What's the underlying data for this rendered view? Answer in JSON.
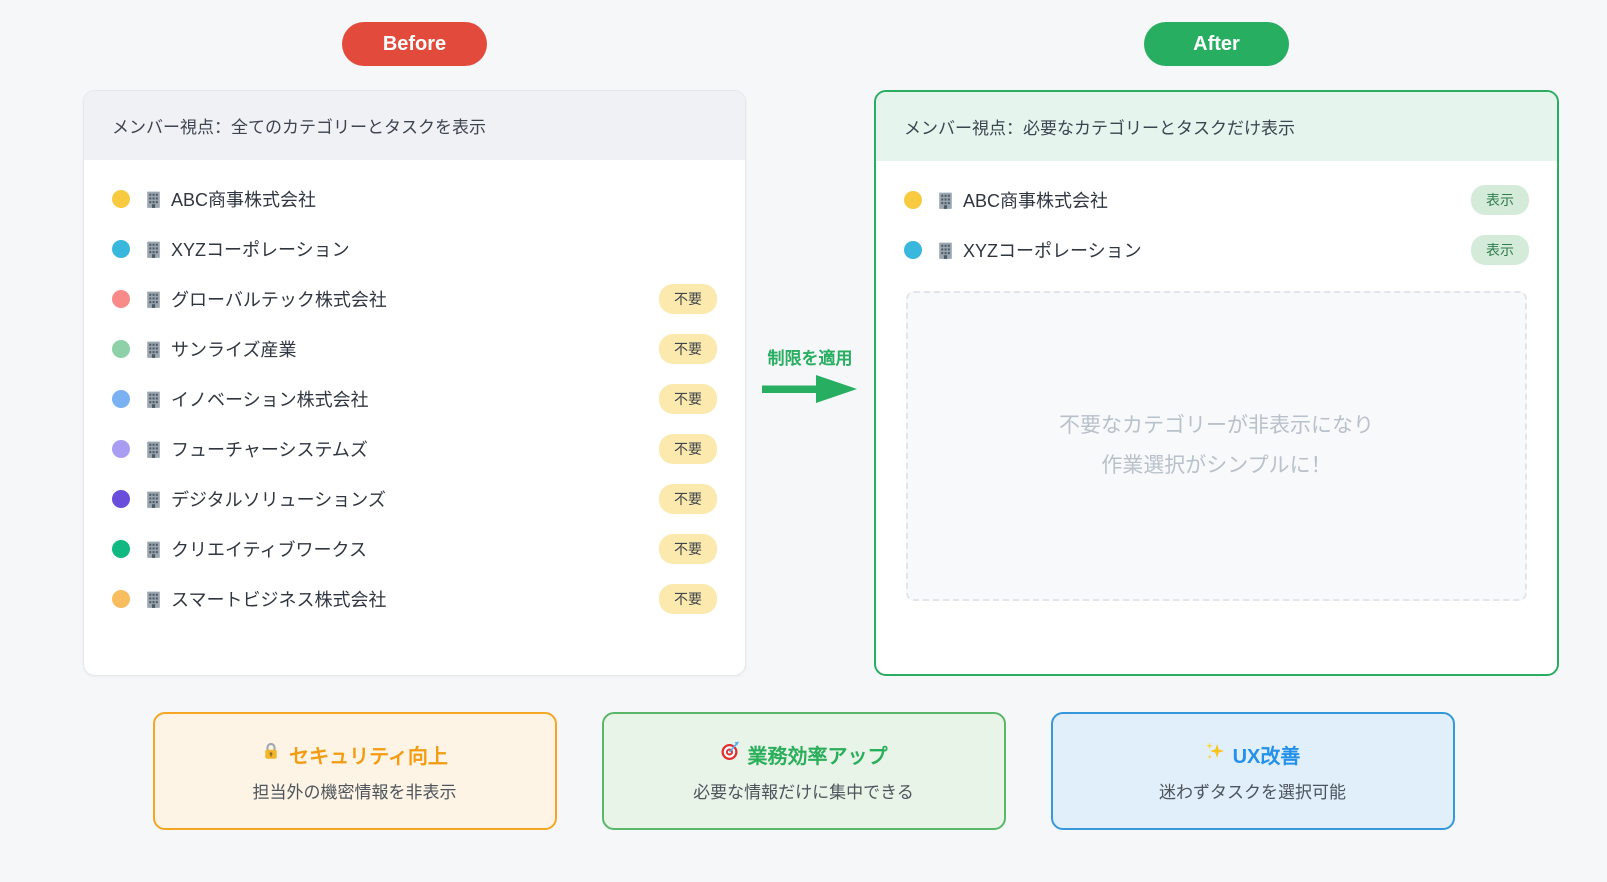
{
  "before": {
    "badge": "Before",
    "header": "メンバー視点：全てのカテゴリーとタスクを表示",
    "items": [
      {
        "dot": "#f7ca40",
        "name": "ABC商事株式会社",
        "badge": null
      },
      {
        "dot": "#3ab7dc",
        "name": "XYZコーポレーション",
        "badge": null
      },
      {
        "dot": "#f98a8a",
        "name": "グローバルテック株式会社",
        "badge": "不要"
      },
      {
        "dot": "#8ed1a9",
        "name": "サンライズ産業",
        "badge": "不要"
      },
      {
        "dot": "#79b1f3",
        "name": "イノベーション株式会社",
        "badge": "不要"
      },
      {
        "dot": "#a89df3",
        "name": "フューチャーシステムズ",
        "badge": "不要"
      },
      {
        "dot": "#6a4edb",
        "name": "デジタルソリューションズ",
        "badge": "不要"
      },
      {
        "dot": "#10b981",
        "name": "クリエイティブワークス",
        "badge": "不要"
      },
      {
        "dot": "#f8bd5f",
        "name": "スマートビジネス株式会社",
        "badge": "不要"
      }
    ]
  },
  "after": {
    "badge": "After",
    "header": "メンバー視点：必要なカテゴリーとタスクだけ表示",
    "items": [
      {
        "dot": "#f7ca40",
        "name": "ABC商事株式会社",
        "badge": "表示"
      },
      {
        "dot": "#3ab7dc",
        "name": "XYZコーポレーション",
        "badge": "表示"
      }
    ],
    "placeholder": {
      "line1": "不要なカテゴリーが非表示になり",
      "line2": "作業選択がシンプルに！"
    }
  },
  "transition": {
    "label": "制限を適用"
  },
  "benefits": [
    {
      "icon": "lock-icon",
      "title": "セキュリティ向上",
      "subtitle": "担当外の機密情報を非表示",
      "accent": "#f39c12"
    },
    {
      "icon": "target-icon",
      "title": "業務効率アップ",
      "subtitle": "必要な情報だけに集中できる",
      "accent": "#2aae5a"
    },
    {
      "icon": "sparkles-icon",
      "title": "UX改善",
      "subtitle": "迷わずタスクを選択可能",
      "accent": "#2491eb"
    }
  ],
  "colors": {
    "page_bg": "#f6f7f9",
    "before_accent": "#e24b3c",
    "after_accent": "#27ae60",
    "hidden_badge_bg": "#fbe9ad",
    "visible_badge_bg": "#d5ebda",
    "placeholder_text": "#b9c1cb"
  }
}
